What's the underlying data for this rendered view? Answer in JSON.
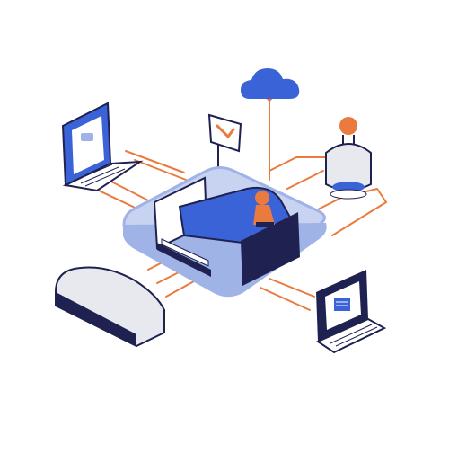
{
  "illustration": {
    "palette": {
      "navy": "#1f2150",
      "blue": "#3b63d8",
      "light_blue": "#9fb3e6",
      "pale_blue": "#c7d3f0",
      "orange": "#ea7a3e",
      "light_gray": "#e7e9ee",
      "white": "#ffffff"
    },
    "elements": [
      {
        "name": "cloud-icon",
        "kind": "cloud"
      },
      {
        "name": "laptop-left",
        "kind": "laptop"
      },
      {
        "name": "laptop-right",
        "kind": "laptop"
      },
      {
        "name": "robot-assistant",
        "kind": "robot"
      },
      {
        "name": "signpost-board",
        "kind": "sign"
      },
      {
        "name": "central-platform",
        "kind": "platform"
      },
      {
        "name": "seated-person",
        "kind": "person"
      },
      {
        "name": "rounded-device",
        "kind": "device"
      }
    ]
  }
}
